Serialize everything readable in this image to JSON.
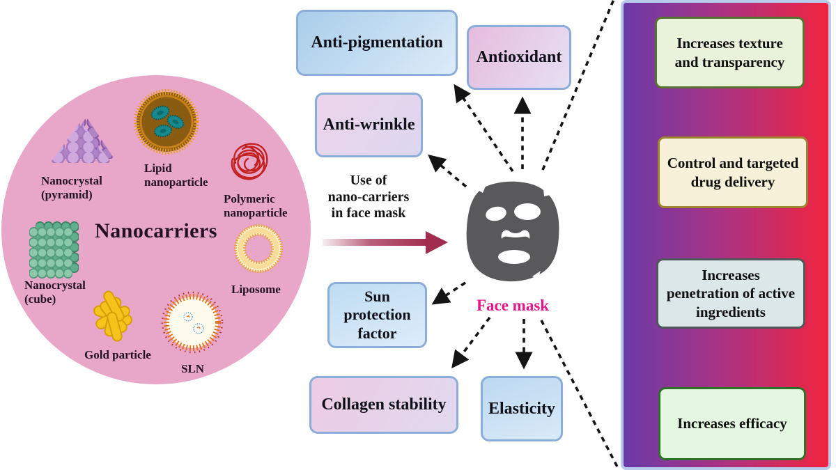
{
  "figure": {
    "kind": "infographic-diagram",
    "subject": "Use of nanocarriers in face masks"
  },
  "nanocarriers_circle": {
    "title": "Nanocarriers",
    "items": [
      {
        "icon": "nanocrystal-pyramid-illustration",
        "label": "Nanocrystal\n(pyramid)"
      },
      {
        "icon": "lipid-nanoparticle-illustration",
        "label": "Lipid\nnanoparticle"
      },
      {
        "icon": "polymeric-nanoparticle-illustration",
        "label": "Polymeric\nnanoparticle"
      },
      {
        "icon": "nanocrystal-cube-illustration",
        "label": "Nanocrystal\n(cube)"
      },
      {
        "icon": "liposome-illustration",
        "label": "Liposome"
      },
      {
        "icon": "gold-particle-illustration",
        "label": "Gold particle"
      },
      {
        "icon": "sln-illustration",
        "label": "SLN"
      }
    ]
  },
  "center": {
    "flow_text": "Use of\nnano-carriers\nin face mask",
    "mask_label": "Face mask"
  },
  "effects": [
    {
      "label": "Anti-pigmentation"
    },
    {
      "label": "Antioxidant"
    },
    {
      "label": "Anti-wrinkle"
    },
    {
      "label": "Sun\nprotection\nfactor"
    },
    {
      "label": "Collagen stability"
    },
    {
      "label": "Elasticity"
    }
  ],
  "panel_benefits": [
    {
      "label": "Increases texture and transparency"
    },
    {
      "label": "Control and targeted drug delivery"
    },
    {
      "label": "Increases penetration of active ingredients"
    },
    {
      "label": "Increases efficacy"
    }
  ],
  "colors": {
    "circle_pink": "#e8a7c9",
    "panel_gradient_left": "#6b3aa8",
    "panel_gradient_mid": "#b03280",
    "panel_gradient_right": "#f1243f",
    "panel_border": "#b9cbea",
    "mask_gray": "#59595b",
    "mask_label_pink": "#e8148a",
    "flow_arrow_crimson": "#a12c4e",
    "effect_box_border": "#8badd9",
    "benefit_green_bg": "#e9f3dc",
    "benefit_green_border": "#567430",
    "benefit_cream_bg": "#f7f1d9",
    "benefit_cream_border": "#9d852f",
    "benefit_bluegray_bg": "#dbe7e9",
    "benefit_bluegray_border": "#4e585a",
    "benefit_brightgreen_bg": "#e4f7e0",
    "benefit_brightgreen_border": "#2e7029",
    "connector_black": "#141414"
  }
}
